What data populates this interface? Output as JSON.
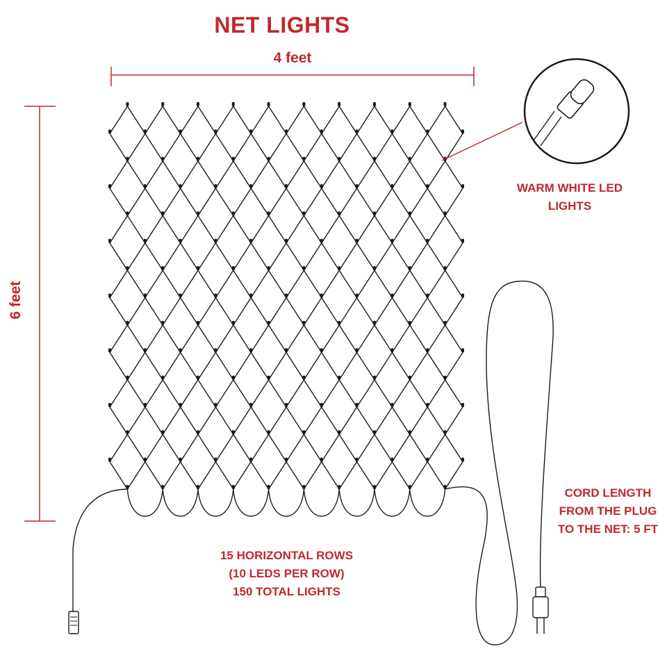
{
  "title": "NET LIGHTS",
  "width_label": "4 feet",
  "height_label": "6 feet",
  "callouts": {
    "led": [
      "WARM WHITE LED",
      "LIGHTS"
    ],
    "rows": [
      "15 HORIZONTAL ROWS",
      "(10 LEDS PER ROW)",
      "150 TOTAL LIGHTS"
    ],
    "cord": [
      "CORD LENGTH",
      "FROM THE PLUG",
      "TO THE NET: 5 FT"
    ]
  },
  "colors": {
    "accent": "#c0282d",
    "wire": "#1a1a1a",
    "guide": "#c0282d"
  },
  "icons": [
    "led-bulb-magnifier-icon",
    "plug-icon",
    "end-connector-icon"
  ]
}
